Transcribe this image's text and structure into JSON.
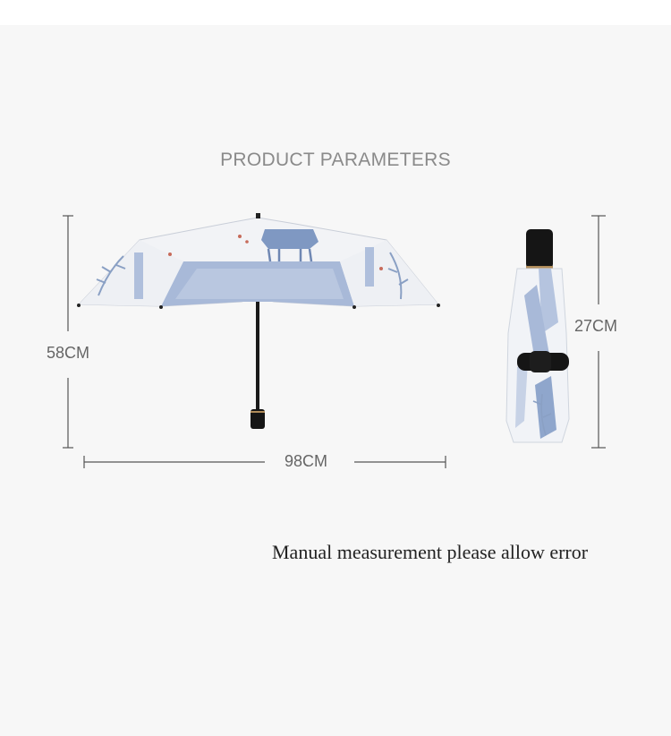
{
  "heading": "PRODUCT PARAMETERS",
  "dimensions": {
    "open_height": "58CM",
    "open_width": "98CM",
    "folded_length": "27CM"
  },
  "note": "Manual measurement please allow error",
  "colors": {
    "background": "#f7f7f7",
    "canopy_blue": "#9fb3d6",
    "canopy_white": "#f4f4f6",
    "handle": "#151515"
  }
}
